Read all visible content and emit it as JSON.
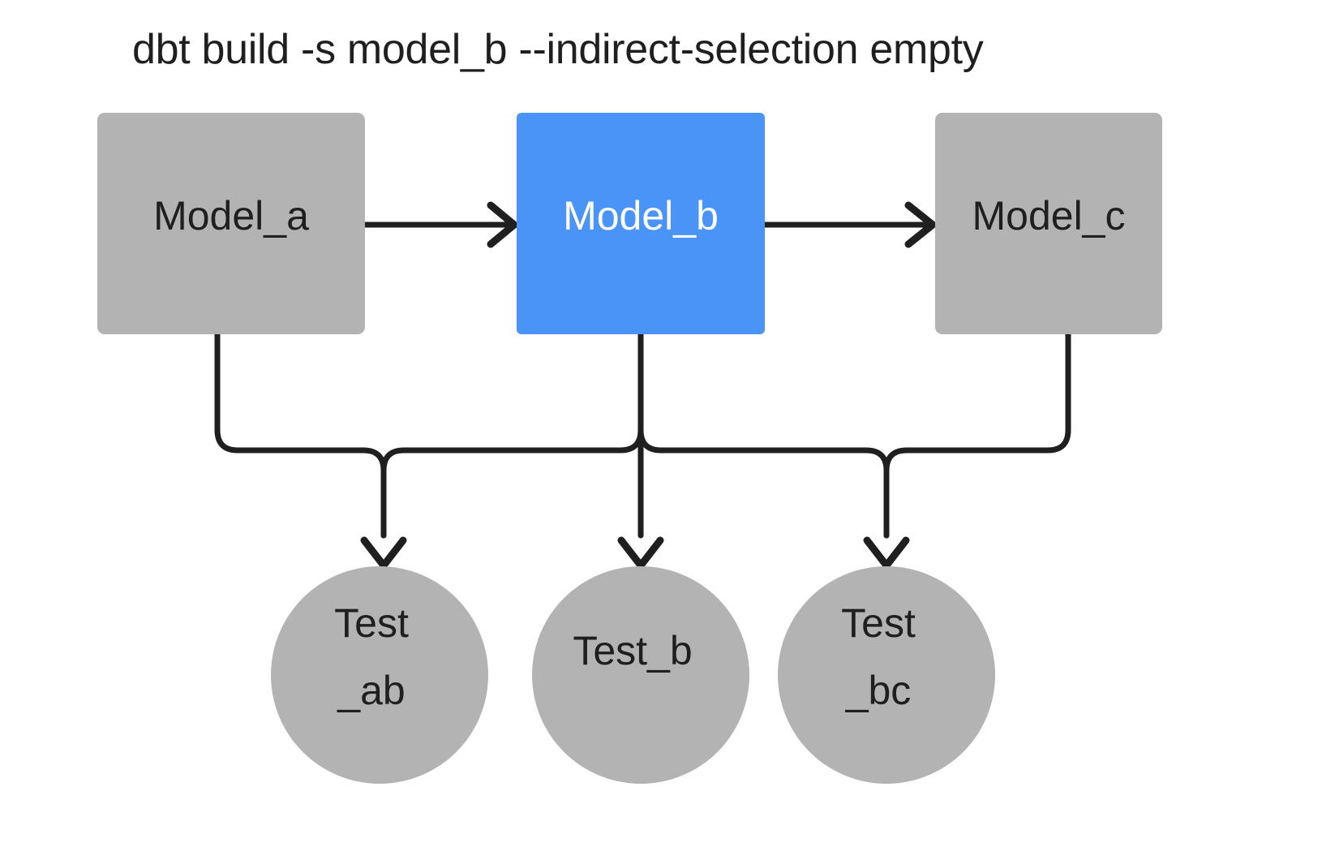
{
  "diagram": {
    "title": "dbt build -s model_b --indirect-selection empty",
    "background_color": "#ffffff",
    "colors": {
      "node_default": "#b3b3b3",
      "node_selected": "#4a94f8",
      "edge": "#1f1f1f",
      "text_dark": "#1f1f1f",
      "text_light": "#ffffff"
    },
    "models": [
      {
        "id": "model_a",
        "label": "Model_a",
        "shape": "rectangle",
        "state": "unselected",
        "fill": "#b3b3b3",
        "text_color": "#1f1f1f"
      },
      {
        "id": "model_b",
        "label": "Model_b",
        "shape": "rectangle",
        "state": "selected",
        "fill": "#4a94f8",
        "text_color": "#ffffff"
      },
      {
        "id": "model_c",
        "label": "Model_c",
        "shape": "rectangle",
        "state": "unselected",
        "fill": "#b3b3b3",
        "text_color": "#1f1f1f"
      }
    ],
    "tests": [
      {
        "id": "test_ab",
        "label_lines": [
          "Test",
          "_ab"
        ],
        "label": "Test_ab",
        "shape": "circle",
        "state": "unselected",
        "fill": "#b3b3b3",
        "text_color": "#1f1f1f"
      },
      {
        "id": "test_b",
        "label_lines": [
          "Test_b"
        ],
        "label": "Test_b",
        "shape": "circle",
        "state": "unselected",
        "fill": "#b3b3b3",
        "text_color": "#1f1f1f"
      },
      {
        "id": "test_bc",
        "label_lines": [
          "Test",
          "_bc"
        ],
        "label": "Test_bc",
        "shape": "circle",
        "state": "unselected",
        "fill": "#b3b3b3",
        "text_color": "#1f1f1f"
      }
    ],
    "edges": [
      {
        "id": "edge-a-b",
        "from": "model_a",
        "to": "model_b",
        "style": "arrow"
      },
      {
        "id": "edge-b-c",
        "from": "model_b",
        "to": "model_c",
        "style": "arrow"
      },
      {
        "id": "edge-a-test-ab",
        "from": "model_a",
        "to": "test_ab",
        "style": "arrow"
      },
      {
        "id": "edge-b-test-ab",
        "from": "model_b",
        "to": "test_ab",
        "style": "arrow"
      },
      {
        "id": "edge-b-test-b",
        "from": "model_b",
        "to": "test_b",
        "style": "arrow"
      },
      {
        "id": "edge-b-test-bc",
        "from": "model_b",
        "to": "test_bc",
        "style": "arrow"
      },
      {
        "id": "edge-c-test-bc",
        "from": "model_c",
        "to": "test_bc",
        "style": "arrow"
      }
    ]
  }
}
